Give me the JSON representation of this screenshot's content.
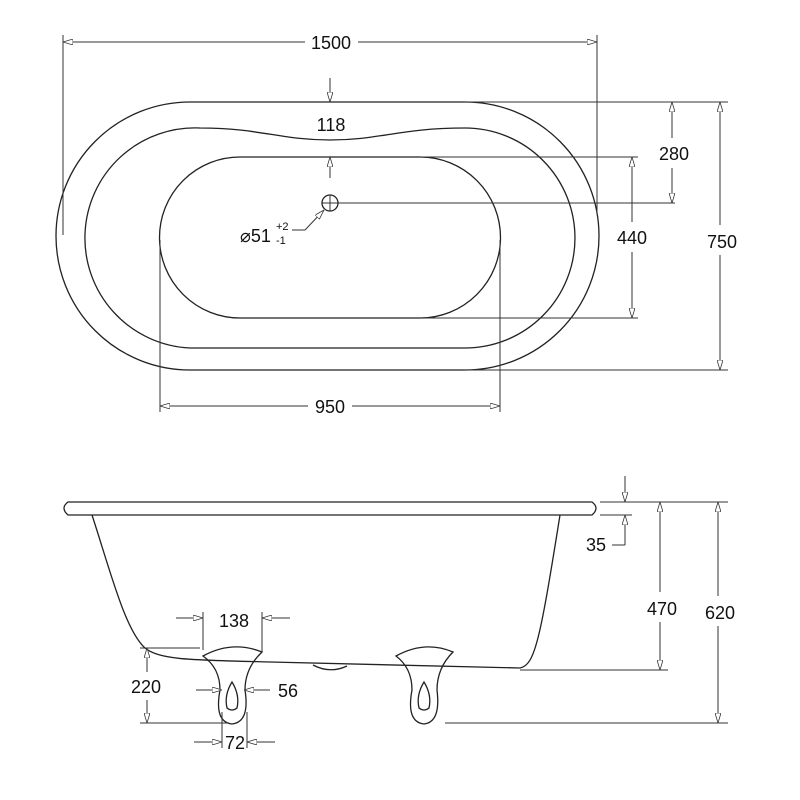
{
  "top_view": {
    "overall_length": "1500",
    "rim_width": "118",
    "drain_offset": "280",
    "inner_width": "440",
    "overall_width": "750",
    "inner_length": "950",
    "drain_diameter": "⌀51",
    "drain_tol_plus": "+2",
    "drain_tol_minus": "-1"
  },
  "side_view": {
    "rim_thickness": "35",
    "body_height": "470",
    "overall_height": "620",
    "foot_spacing": "138",
    "foot_height": "220",
    "foot_neck_width": "56",
    "foot_base_width": "72"
  }
}
